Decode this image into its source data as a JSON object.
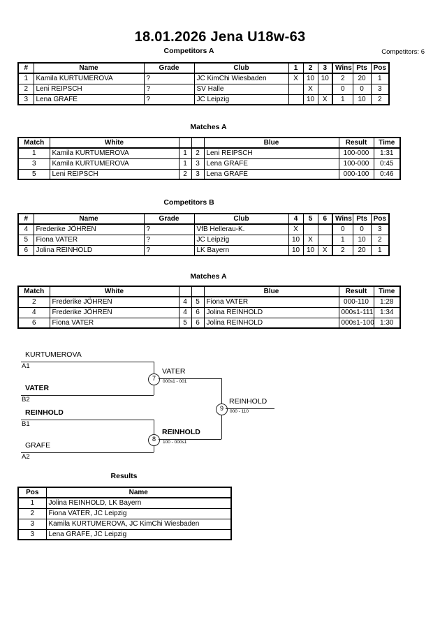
{
  "header": {
    "title": "18.01.2026  Jena   U18w-63",
    "competitors_label": "Competitors: 6"
  },
  "pool_a": {
    "caption": "Competitors A",
    "columns": [
      "#",
      "Name",
      "Grade",
      "Club",
      "1",
      "2",
      "3",
      "Wins",
      "Pts",
      "Pos"
    ],
    "rows": [
      {
        "num": "1",
        "name": "Kamila KURTUMEROVA",
        "grade": "?",
        "club": "JC KimChi Wiesbaden",
        "m1": "X",
        "m2": "10",
        "m3": "10",
        "wins": "2",
        "pts": "20",
        "pos": "1"
      },
      {
        "num": "2",
        "name": "Leni REIPSCH",
        "grade": "?",
        "club": "SV Halle",
        "m1": "",
        "m2": "X",
        "m3": "",
        "wins": "0",
        "pts": "0",
        "pos": "3"
      },
      {
        "num": "3",
        "name": "Lena GRAFE",
        "grade": "?",
        "club": "JC Leipzig",
        "m1": "",
        "m2": "10",
        "m3": "X",
        "wins": "1",
        "pts": "10",
        "pos": "2"
      }
    ]
  },
  "matches_a": {
    "caption": "Matches A",
    "columns": [
      "Match",
      "White",
      "",
      "",
      "Blue",
      "Result",
      "Time"
    ],
    "rows": [
      {
        "match": "1",
        "white": "Kamila KURTUMEROVA",
        "white_bold": true,
        "wnum": "1",
        "bnum": "2",
        "blue": "Leni REIPSCH",
        "blue_bold": false,
        "result": "100-000",
        "time": "1:31"
      },
      {
        "match": "3",
        "white": "Kamila KURTUMEROVA",
        "white_bold": true,
        "wnum": "1",
        "bnum": "3",
        "blue": "Lena GRAFE",
        "blue_bold": false,
        "result": "100-000",
        "time": "0:45"
      },
      {
        "match": "5",
        "white": "Leni REIPSCH",
        "white_bold": false,
        "wnum": "2",
        "bnum": "3",
        "blue": "Lena GRAFE",
        "blue_bold": true,
        "result": "000-100",
        "time": "0:46"
      }
    ]
  },
  "pool_b": {
    "caption": "Competitors B",
    "columns": [
      "#",
      "Name",
      "Grade",
      "Club",
      "4",
      "5",
      "6",
      "Wins",
      "Pts",
      "Pos"
    ],
    "rows": [
      {
        "num": "4",
        "name": "Frederike JÖHREN",
        "grade": "?",
        "club": "VfB Hellerau-K.",
        "m1": "X",
        "m2": "",
        "m3": "",
        "wins": "0",
        "pts": "0",
        "pos": "3"
      },
      {
        "num": "5",
        "name": "Fiona VATER",
        "grade": "?",
        "club": "JC Leipzig",
        "m1": "10",
        "m2": "X",
        "m3": "",
        "wins": "1",
        "pts": "10",
        "pos": "2"
      },
      {
        "num": "6",
        "name": "Jolina REINHOLD",
        "grade": "?",
        "club": "LK Bayern",
        "m1": "10",
        "m2": "10",
        "m3": "X",
        "wins": "2",
        "pts": "20",
        "pos": "1"
      }
    ]
  },
  "matches_b": {
    "caption": "Matches A",
    "columns": [
      "Match",
      "White",
      "",
      "",
      "Blue",
      "Result",
      "Time"
    ],
    "rows": [
      {
        "match": "2",
        "white": "Frederike JÖHREN",
        "white_bold": false,
        "wnum": "4",
        "bnum": "5",
        "blue": "Fiona VATER",
        "blue_bold": true,
        "result": "000-110",
        "time": "1:28"
      },
      {
        "match": "4",
        "white": "Frederike JÖHREN",
        "white_bold": false,
        "wnum": "4",
        "bnum": "6",
        "blue": "Jolina REINHOLD",
        "blue_bold": true,
        "result": "000s1-111",
        "time": "1:34"
      },
      {
        "match": "6",
        "white": "Fiona VATER",
        "white_bold": false,
        "wnum": "5",
        "bnum": "6",
        "blue": "Jolina REINHOLD",
        "blue_bold": true,
        "result": "000s1-100",
        "time": "1:30"
      }
    ]
  },
  "bracket": {
    "slots": [
      {
        "name": "KURTUMEROVA",
        "seed": "A1",
        "bold": false
      },
      {
        "name": "VATER",
        "seed": "B2",
        "bold": true
      },
      {
        "name": "REINHOLD",
        "seed": "B1",
        "bold": true
      },
      {
        "name": "GRAFE",
        "seed": "A2",
        "bold": false
      }
    ],
    "nodes": [
      {
        "num": "7",
        "winner": "VATER",
        "score": "000s1 - 001",
        "bold": false
      },
      {
        "num": "8",
        "winner": "REINHOLD",
        "score": "100 - 000s1",
        "bold": true
      },
      {
        "num": "9",
        "winner": "REINHOLD",
        "score": "000 - 110",
        "bold": false
      }
    ]
  },
  "results": {
    "caption": "Results",
    "columns": [
      "Pos",
      "Name"
    ],
    "rows": [
      {
        "pos": "1",
        "name": "Jolina REINHOLD, LK Bayern"
      },
      {
        "pos": "2",
        "name": "Fiona VATER, JC Leipzig"
      },
      {
        "pos": "3",
        "name": "Kamila KURTUMEROVA, JC KimChi Wiesbaden"
      },
      {
        "pos": "3",
        "name": "Lena GRAFE, JC Leipzig"
      }
    ]
  }
}
